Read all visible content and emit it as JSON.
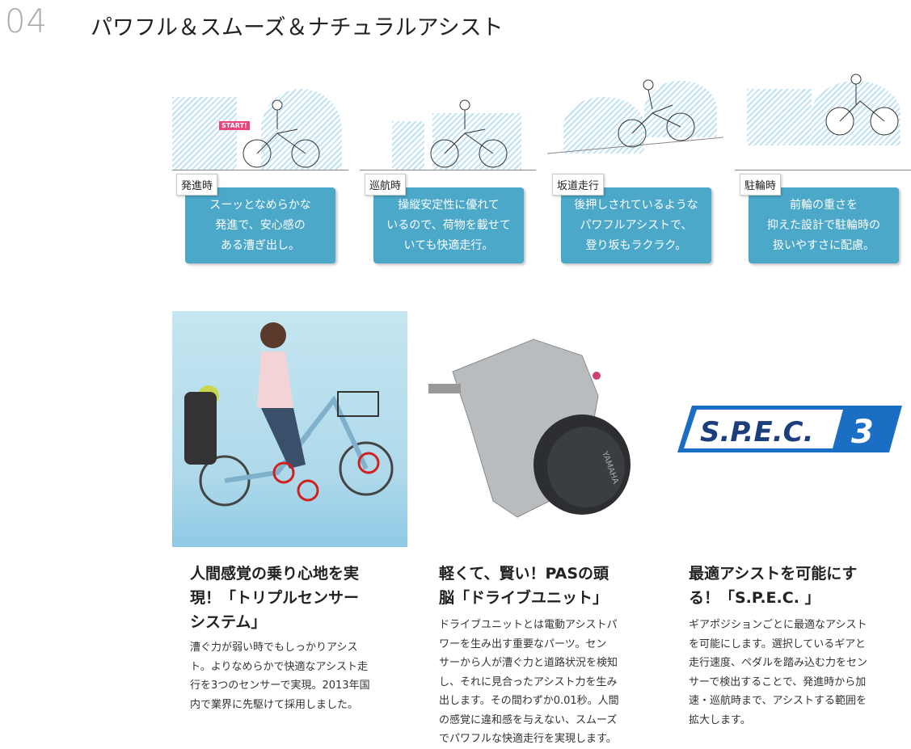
{
  "section": {
    "number": "04",
    "title": "パワフル＆スムーズ＆ナチュラルアシスト"
  },
  "scenes": [
    {
      "label": "発進時",
      "lines": [
        "スーッとなめらかな",
        "発進で、安心感の",
        "ある漕ぎ出し。"
      ],
      "badge": "START!"
    },
    {
      "label": "巡航時",
      "lines": [
        "操縦安定性に優れて",
        "いるので、荷物を載せて",
        "いても快適走行。"
      ]
    },
    {
      "label": "坂道走行",
      "lines": [
        "後押しされているような",
        "パワフルアシストで、",
        "登り坂もラクラク。"
      ]
    },
    {
      "label": "駐輪時",
      "lines": [
        "前輪の重さを",
        "抑えた設計で駐輪時の",
        "扱いやすさに配慮。"
      ]
    }
  ],
  "logo": {
    "text": "S.P.E.C.",
    "number": "3"
  },
  "engine_brand": "YAMAHA",
  "features": [
    {
      "heading": [
        "人間感覚の乗り心地を実",
        "現！「トリプルセンサー",
        "システム」"
      ],
      "body": [
        "漕ぐ力が弱い時でもしっかりアシス",
        "ト。よりなめらかで快適なアシスト走",
        "行を3つのセンサーで実現。2013年国",
        "内で業界に先駆けて採用しました。"
      ]
    },
    {
      "heading": [
        "軽くて、賢い！PASの頭",
        "脳「ドライブユニット」"
      ],
      "body": [
        "ドライブユニットとは電動アシストパ",
        "ワーを生み出す重要なパーツ。セン",
        "サーから人が漕ぐ力と道路状況を検知",
        "し、それに見合ったアシスト力を生み",
        "出します。その間わずか0.01秒。人間",
        "の感覚に違和感を与えない、スムーズ",
        "でパワフルな快適走行を実現します。"
      ]
    },
    {
      "heading": [
        "最適アシストを可能にす",
        "る！「S.P.E.C. 」"
      ],
      "body": [
        "ギアポジションごとに最適なアシスト",
        "を可能にします。選択しているギアと",
        "走行速度、ペダルを踏み込む力をセン",
        "サーで検出することで、発進時から加",
        "速・巡航時まで、アシストする範囲を",
        "拡大します。"
      ]
    }
  ],
  "colors": {
    "box": "#4ba8c9",
    "spec_blue": "#1a6fc4"
  }
}
